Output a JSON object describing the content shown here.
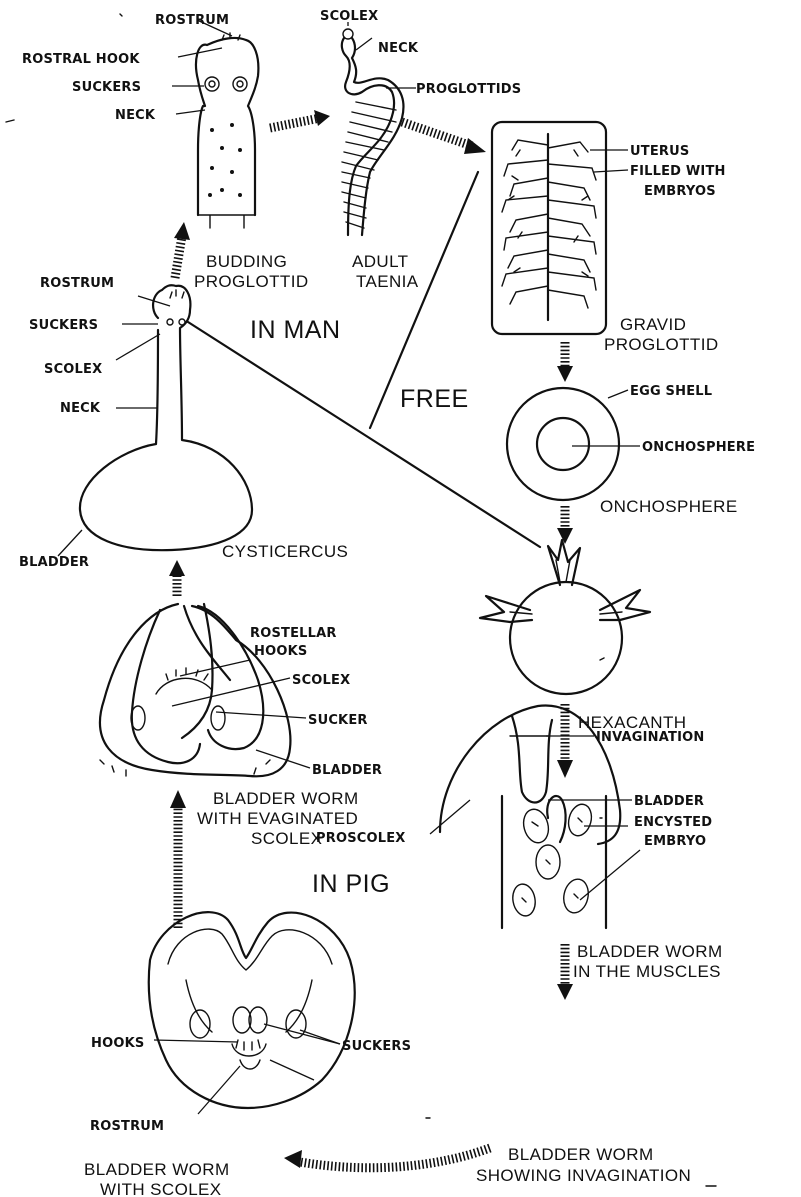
{
  "regions": {
    "in_man": "IN MAN",
    "free": "FREE",
    "in_pig": "IN PIG"
  },
  "scolex_budding": {
    "rostrum": "ROSTRUM",
    "rostral_hook": "ROSTRAL HOOK",
    "suckers": "SUCKERS",
    "neck": "NECK",
    "caption_line1": "BUDDING",
    "caption_line2": "PROGLOTTID"
  },
  "adult_taenia": {
    "scolex": "SCOLEX",
    "neck": "NECK",
    "proglottids": "PROGLOTTIDS",
    "caption_line1": "ADULT",
    "caption_line2": "TAENIA"
  },
  "gravid_proglottid": {
    "uterus_line1": "UTERUS",
    "uterus_line2": "FILLED WITH",
    "uterus_line3": "EMBRYOS",
    "caption_line1": "GRAVID",
    "caption_line2": "PROGLOTTID"
  },
  "onchosphere": {
    "egg_shell": "EGG SHELL",
    "inner_label": "ONCHOSPHERE",
    "caption": "ONCHOSPHERE"
  },
  "hexacanth": {
    "caption": "HEXACANTH"
  },
  "encysted": {
    "label_line1": "ENCYSTED",
    "label_line2": "EMBRYO",
    "caption_line1": "BLADDER WORM",
    "caption_line2": "IN THE MUSCLES"
  },
  "invagination": {
    "invagination": "INVAGINATION",
    "bladder": "BLADDER",
    "proscolex": "PROSCOLEX",
    "caption_line1": "BLADDER WORM",
    "caption_line2": "SHOWING INVAGINATION"
  },
  "bladder_with_scolex": {
    "hooks": "HOOKS",
    "suckers": "SUCKERS",
    "rostrum": "ROSTRUM",
    "caption_line1": "BLADDER WORM",
    "caption_line2": "WITH SCOLEX"
  },
  "evaginated": {
    "rostellar_hooks_line1": "ROSTELLAR",
    "rostellar_hooks_line2": "HOOKS",
    "scolex": "SCOLEX",
    "sucker": "SUCKER",
    "bladder": "BLADDER",
    "caption_line1": "BLADDER WORM",
    "caption_line2": "WITH EVAGINATED",
    "caption_line3": "SCOLEX"
  },
  "cysticercus": {
    "rostrum": "ROSTRUM",
    "suckers": "SUCKERS",
    "scolex": "SCOLEX",
    "neck": "NECK",
    "bladder": "BLADDER",
    "caption": "CYSTICERCUS"
  }
}
